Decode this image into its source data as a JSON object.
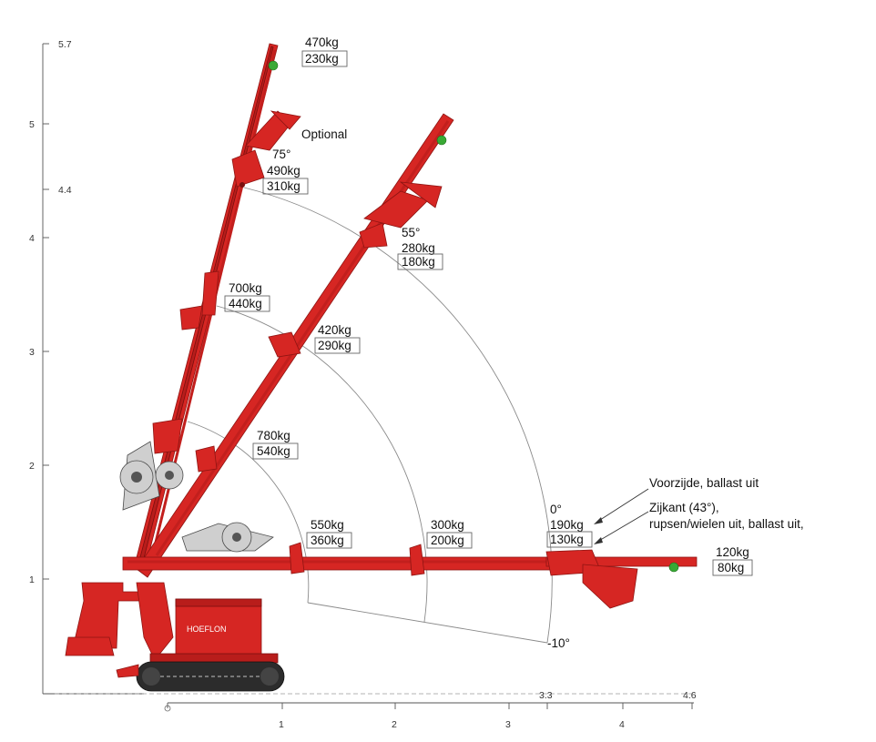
{
  "y_axis": {
    "ticks": [
      "1",
      "2",
      "3",
      "4",
      "5"
    ],
    "extra_ticks": [
      "4.4",
      "5.7"
    ]
  },
  "x_axis": {
    "ticks": [
      "1",
      "2",
      "3",
      "4"
    ],
    "extra_ticks": [
      "3.3",
      "4.6"
    ]
  },
  "labels": {
    "optional": "Optional",
    "angle_75": "75°",
    "angle_55": "55°",
    "angle_0": "0°",
    "angle_neg10": "-10°",
    "front": "Voorzijde, ballast uit",
    "side_1": "Zijkant (43°),",
    "side_2": "rupsen/wielen uit, ballast uit,",
    "brand": "HOEFLON"
  },
  "loads": {
    "l75_tip": {
      "front": "470kg",
      "side": "230kg"
    },
    "l75_mid": {
      "front": "490kg",
      "side": "310kg"
    },
    "l75_inner": {
      "front": "700kg",
      "side": "440kg"
    },
    "l75_base": {
      "front": "780kg",
      "side": "540kg"
    },
    "l55_tip": {
      "front": "280kg",
      "side": "180kg"
    },
    "l55_mid": {
      "front": "420kg",
      "side": "290kg"
    },
    "l0_base": {
      "front": "550kg",
      "side": "360kg"
    },
    "l0_mid": {
      "front": "300kg",
      "side": "200kg"
    },
    "l0_tip": {
      "front": "190kg",
      "side": "130kg"
    },
    "l0_ext": {
      "front": "120kg",
      "side": "80kg"
    }
  },
  "colors": {
    "crane_red": "#d62623",
    "accent_green": "#39a935",
    "arc_grey": "#8a8a8a"
  }
}
